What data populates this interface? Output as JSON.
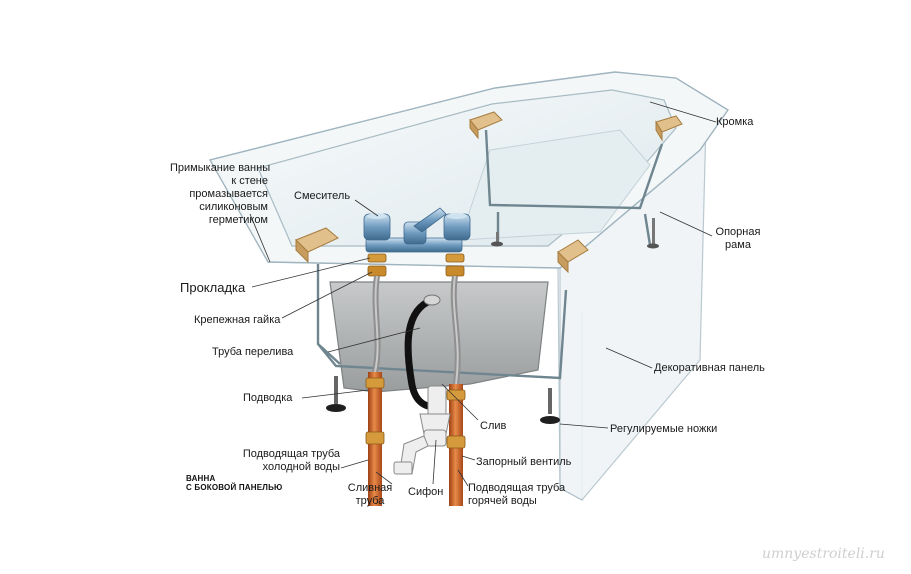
{
  "labels": {
    "edge": "Кромка",
    "sealant": [
      "Примыкание ванны",
      "к стене",
      "промазывается",
      "силиконовым",
      "герметиком"
    ],
    "mixer": "Смеситель",
    "frame": [
      "Опорная",
      "рама"
    ],
    "gasket": "Прокладка",
    "nut": "Крепежная гайка",
    "overflow": "Труба перелива",
    "panel": "Декоративная панель",
    "supply": "Подводка",
    "drain": "Слив",
    "legs": "Регулируемые ножки",
    "cold": [
      "Подводящая труба",
      "холодной воды"
    ],
    "valve": "Запорный вентиль",
    "drainpipe": [
      "Сливная",
      "труба"
    ],
    "siphon": "Сифон",
    "hot": [
      "Подводящая труба",
      "горячей воды"
    ]
  },
  "caption": [
    "ВАННА",
    "С БОКОВОЙ ПАНЕЛЬЮ"
  ],
  "watermark": "umnyestroiteli.ru",
  "colors": {
    "tub_edge": "#9fb4bf",
    "tub_fill": "#eef3f5",
    "panel": "#f2f6f7",
    "tub_body": "#b9bcbd",
    "wood": "#e1c08c",
    "copper": "#d2692a",
    "hose": "#8f8f8f",
    "frame": "#6f8690",
    "leader": "#333333",
    "chrome": "#6f9bc0"
  }
}
